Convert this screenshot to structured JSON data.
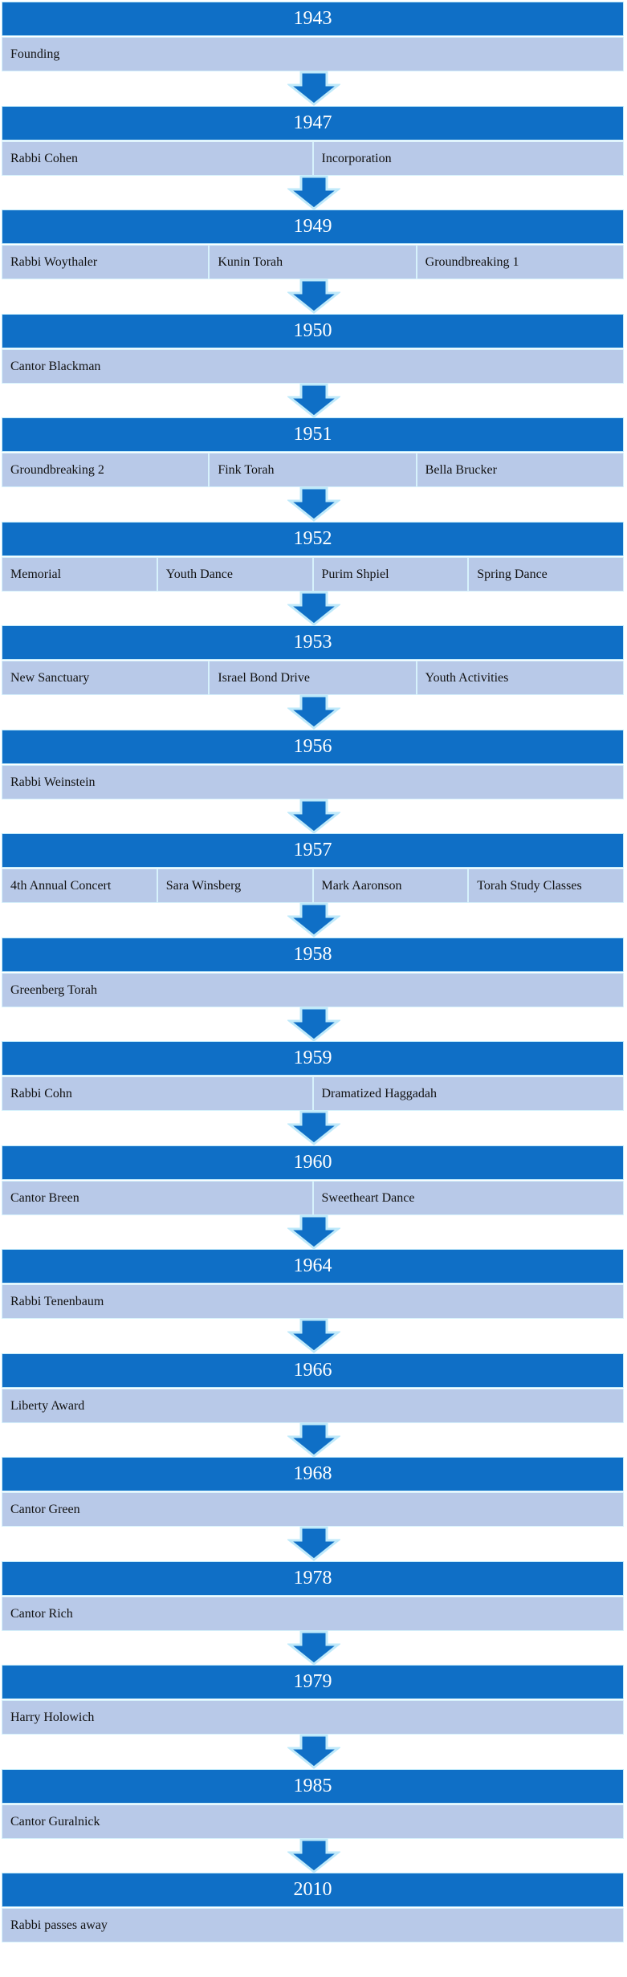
{
  "colors": {
    "year_bar": "#0f6fc6",
    "event_cell": "#b8c9e8",
    "arrow_fill": "#0f6fc6",
    "arrow_outline": "#bfe9fa"
  },
  "timeline": [
    {
      "year": "1943",
      "events": [
        "Founding"
      ]
    },
    {
      "year": "1947",
      "events": [
        "Rabbi Cohen",
        "Incorporation"
      ]
    },
    {
      "year": "1949",
      "events": [
        "Rabbi Woythaler",
        "Kunin Torah",
        "Groundbreaking 1"
      ]
    },
    {
      "year": "1950",
      "events": [
        "Cantor Blackman"
      ]
    },
    {
      "year": "1951",
      "events": [
        "Groundbreaking 2",
        "Fink Torah",
        "Bella Brucker"
      ]
    },
    {
      "year": "1952",
      "events": [
        "Memorial",
        "Youth Dance",
        "Purim Shpiel",
        "Spring Dance"
      ]
    },
    {
      "year": "1953",
      "events": [
        "New Sanctuary",
        "Israel Bond Drive",
        "Youth Activities"
      ]
    },
    {
      "year": "1956",
      "events": [
        "Rabbi Weinstein"
      ]
    },
    {
      "year": "1957",
      "events": [
        "4th Annual Concert",
        "Sara Winsberg",
        "Mark Aaronson",
        "Torah Study Classes"
      ]
    },
    {
      "year": "1958",
      "events": [
        "Greenberg Torah"
      ]
    },
    {
      "year": "1959",
      "events": [
        "Rabbi Cohn",
        "Dramatized Haggadah"
      ]
    },
    {
      "year": "1960",
      "events": [
        "Cantor Breen",
        "Sweetheart Dance"
      ]
    },
    {
      "year": "1964",
      "events": [
        "Rabbi Tenenbaum"
      ]
    },
    {
      "year": "1966",
      "events": [
        "Liberty Award"
      ]
    },
    {
      "year": "1968",
      "events": [
        "Cantor Green"
      ]
    },
    {
      "year": "1978",
      "events": [
        "Cantor Rich"
      ]
    },
    {
      "year": "1979",
      "events": [
        "Harry Holowich"
      ]
    },
    {
      "year": "1985",
      "events": [
        "Cantor Guralnick"
      ]
    },
    {
      "year": "2010",
      "events": [
        "Rabbi passes away"
      ]
    }
  ]
}
